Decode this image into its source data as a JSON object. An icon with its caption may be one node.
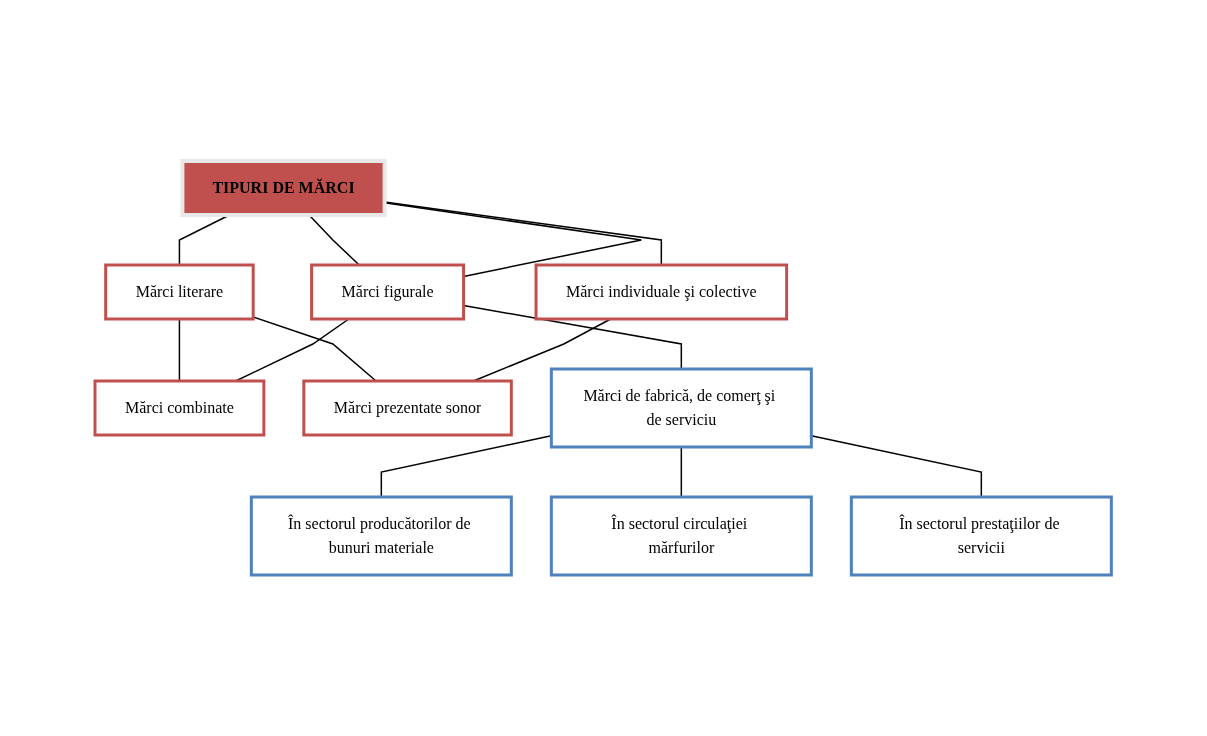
{
  "diagram": {
    "nodes": [
      {
        "text": [
          "TIPURI DE MĂRCI"
        ]
      },
      {
        "text": [
          "Mărci literare"
        ]
      },
      {
        "text": [
          "Mărci figurale"
        ]
      },
      {
        "text": [
          "Mărci individuale şi colective"
        ]
      },
      {
        "text": [
          "Mărci combinate"
        ]
      },
      {
        "text": [
          "Mărci prezentate sonor"
        ]
      },
      {
        "text": [
          "Mărci de fabrică, de comerţ şi de serviciu"
        ]
      },
      {
        "text": [
          "În sectorul producătorilor de bunuri materiale"
        ]
      },
      {
        "text": [
          "În sectorul circulaţiei mărfurilor"
        ]
      },
      {
        "text": [
          "În sectorul prestaţiilor de servicii"
        ]
      }
    ],
    "edges": [
      {
        "from": 0,
        "to": 1,
        "arrow": "none"
      },
      {
        "from": 0,
        "to": 2,
        "arrow": "none"
      },
      {
        "from": 0,
        "to": 2,
        "arrow": "none"
      },
      {
        "from": 0,
        "to": 3,
        "arrow": "none"
      },
      {
        "from": 1,
        "to": 4,
        "arrow": "none"
      },
      {
        "from": 2,
        "to": 4,
        "arrow": "none"
      },
      {
        "from": 1,
        "to": 5,
        "arrow": "none"
      },
      {
        "from": 3,
        "to": 5,
        "arrow": "none"
      },
      {
        "from": 2,
        "to": 6,
        "arrow": "none"
      },
      {
        "from": 6,
        "to": 7,
        "arrow": "none"
      },
      {
        "from": 6,
        "to": 8,
        "arrow": "none"
      },
      {
        "from": 6,
        "to": 9,
        "arrow": "none"
      }
    ]
  }
}
